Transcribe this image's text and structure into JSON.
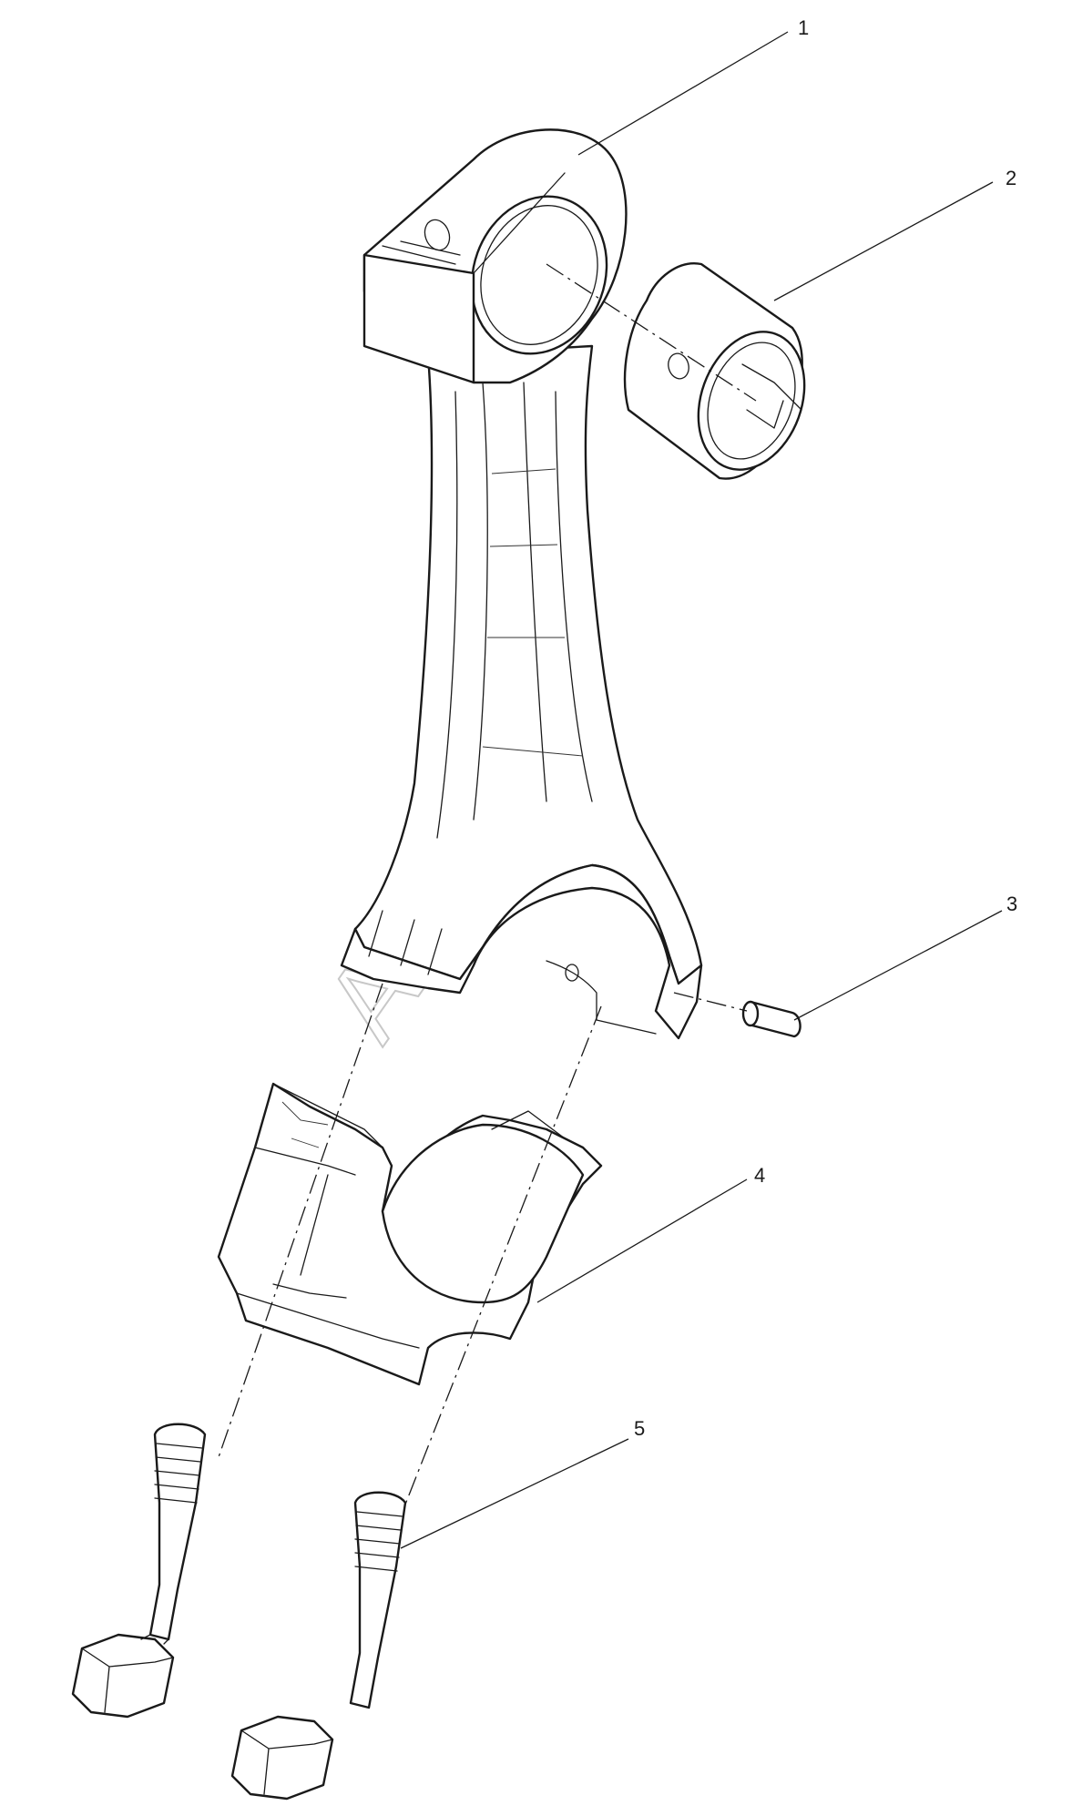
{
  "watermark": "Autosoft",
  "callouts": [
    {
      "id": "callout-1",
      "label": "1"
    },
    {
      "id": "callout-2",
      "label": "2"
    },
    {
      "id": "callout-3",
      "label": "3"
    },
    {
      "id": "callout-4",
      "label": "4"
    },
    {
      "id": "callout-5",
      "label": "5"
    }
  ],
  "colors": {
    "line": "#1a1a1a",
    "background": "#ffffff",
    "watermark": "#c8c8c8"
  }
}
